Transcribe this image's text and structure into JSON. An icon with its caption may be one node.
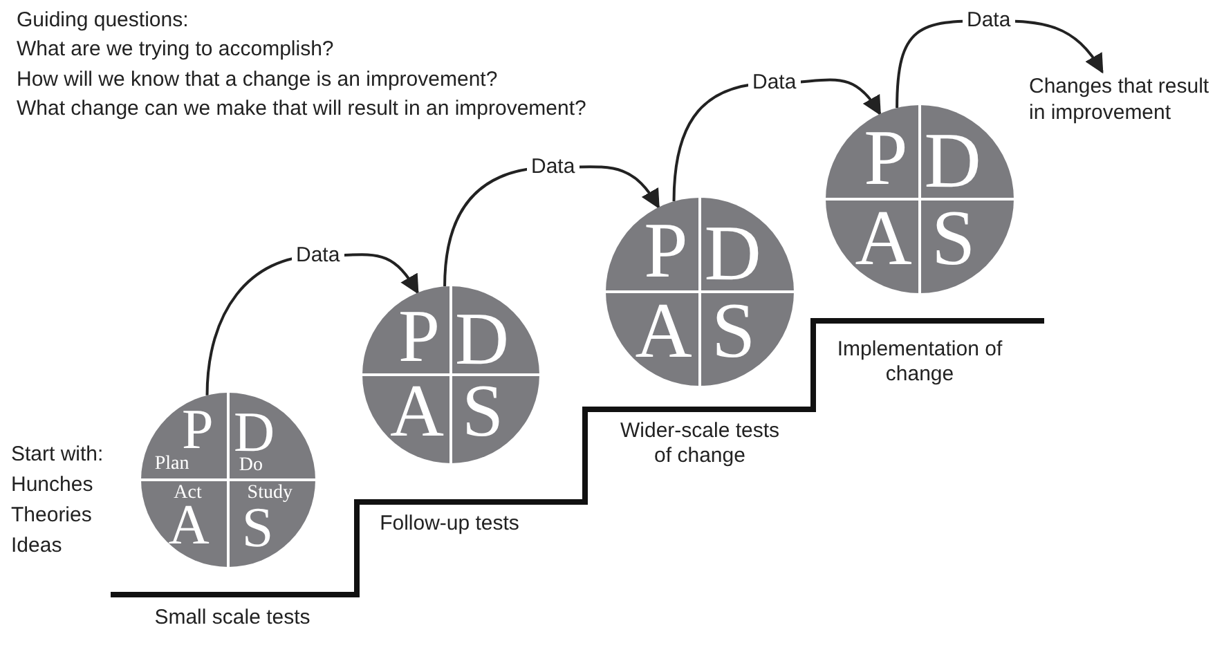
{
  "diagram": {
    "nodes": [
      {
        "text": [
          "P",
          "Plan",
          "D",
          "Do",
          "A",
          "Act",
          "S",
          "Study"
        ]
      },
      {
        "text": [
          "P",
          "D",
          "A",
          "S"
        ]
      },
      {
        "text": [
          "P",
          "D",
          "A",
          "S"
        ]
      },
      {
        "text": [
          "P",
          "D",
          "A",
          "S"
        ]
      },
      {
        "text": [
          "Changes that result in improvement"
        ]
      }
    ],
    "edges": [
      {
        "from": 0,
        "to": 1,
        "arrow": "to",
        "label": "Data"
      },
      {
        "from": 1,
        "to": 2,
        "arrow": "to",
        "label": "Data"
      },
      {
        "from": 2,
        "to": 3,
        "arrow": "to",
        "label": "Data"
      },
      {
        "from": 3,
        "to": 4,
        "arrow": "to",
        "label": "Data"
      }
    ],
    "labels": [
      "Guiding questions:",
      "What are we trying to accomplish?",
      "How will we know that a change is an improvement?",
      "What change can we make that will result in an improvement?",
      "Start with:",
      "Hunches",
      "Theories",
      "Ideas",
      "Small scale tests",
      "Follow-up tests",
      "Wider-scale tests of change",
      "Implementation of change"
    ]
  }
}
